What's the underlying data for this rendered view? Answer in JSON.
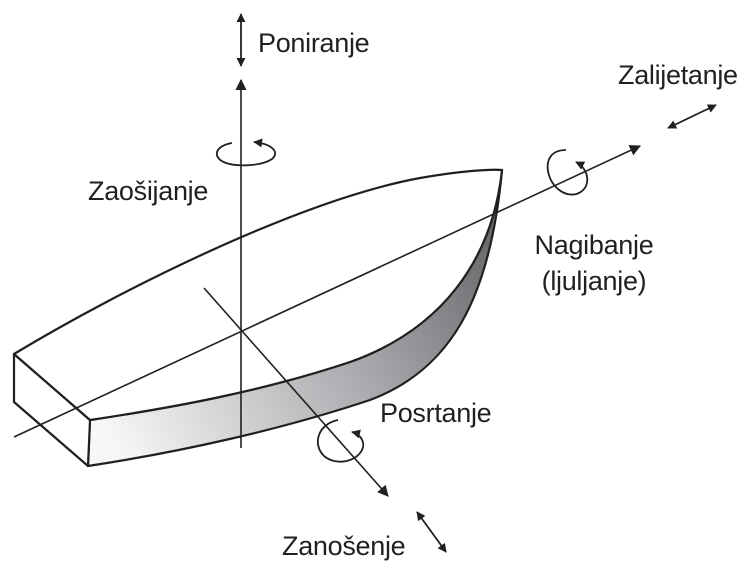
{
  "labels": {
    "heave": "Poniranje",
    "surge": "Zalijetanje",
    "yaw": "Zaošijanje",
    "roll_line1": "Nagibanje",
    "roll_line2": "(ljuljanje)",
    "pitch": "Posrtanje",
    "sway": "Zanošenje"
  },
  "colors": {
    "stroke": "#231f20",
    "hull_top": "#ffffff",
    "hull_side_dark": "#6d6e71",
    "hull_side_light": "#f1f1f2"
  }
}
